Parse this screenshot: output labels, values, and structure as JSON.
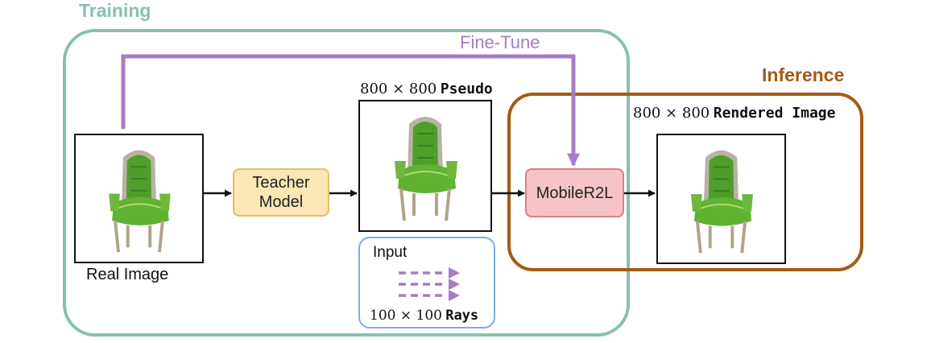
{
  "colors": {
    "training": "#87c0b4",
    "inference": "#a45a14",
    "finetune": "#a67cc4",
    "input_border": "#79aee8",
    "teacher_fill": "#fbe6b5",
    "teacher_border": "#e0c069",
    "mobile_fill": "#f6c4c6",
    "mobile_border": "#d97e80",
    "chair_green": "#4f9e2a",
    "chair_frame": "#b9b2a5"
  },
  "training": {
    "label": "Training"
  },
  "inference": {
    "label": "Inference"
  },
  "finetune": {
    "label": "Fine-Tune"
  },
  "real_image": {
    "caption": "Real Image"
  },
  "teacher": {
    "line1": "Teacher",
    "line2": "Model"
  },
  "pseudo": {
    "size": "800 × 800",
    "word": "Pseudo"
  },
  "input": {
    "title": "Input",
    "size": "100 × 100",
    "word": "Rays"
  },
  "mobile": {
    "label": "MobileR2L"
  },
  "rendered": {
    "size": "800 × 800",
    "word": "Rendered Image"
  },
  "icons": [
    "chair-image",
    "rays-arrow-icon",
    "arrow-icon"
  ]
}
